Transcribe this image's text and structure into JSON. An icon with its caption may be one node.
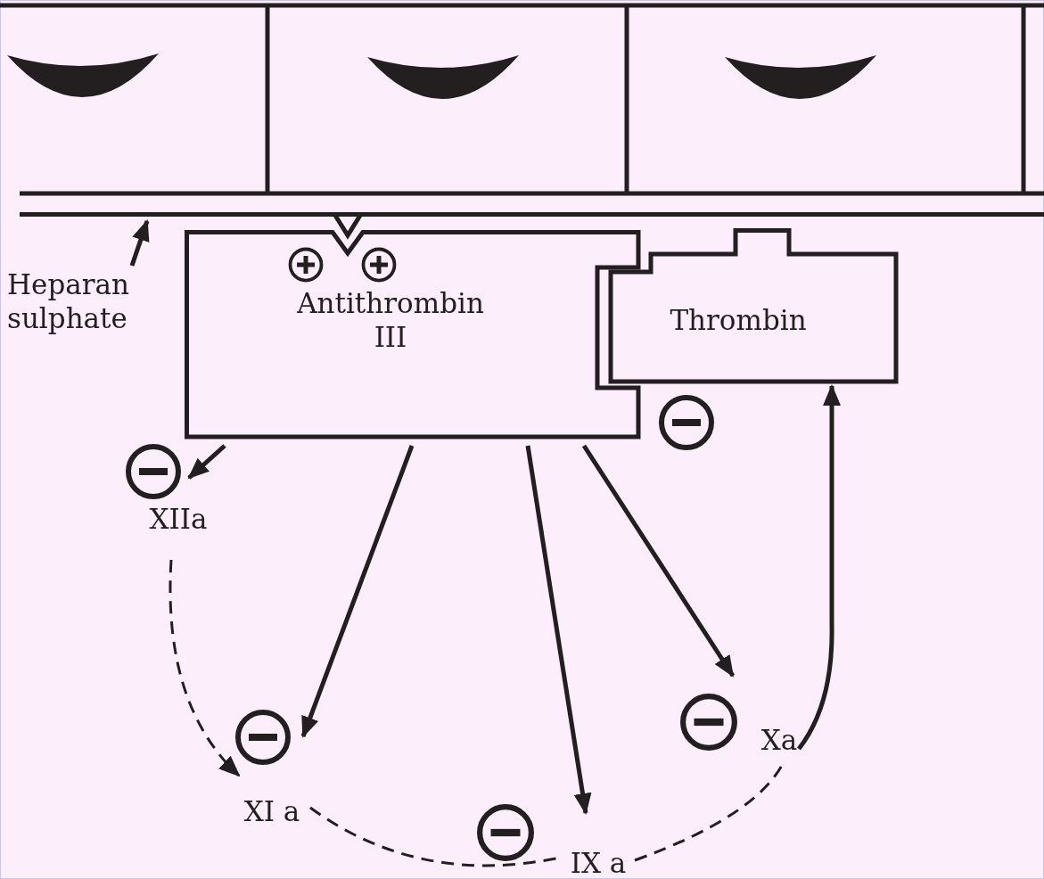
{
  "diagram": {
    "nodes": [
      {
        "text": [
          "Heparan sulphate"
        ]
      },
      {
        "text": [],
        "shape": "bar"
      },
      {
        "text": [
          "Antithrombin III"
        ]
      },
      {
        "text": [
          "Thrombin"
        ]
      },
      {
        "text": [
          "XIIa"
        ]
      },
      {
        "text": [
          "XI a"
        ]
      },
      {
        "text": [
          "IX a"
        ]
      },
      {
        "text": [
          "Xa"
        ]
      }
    ],
    "edges": [
      {
        "from": 0,
        "to": 1,
        "arrow": "to"
      },
      {
        "from": 2,
        "to": 4,
        "arrow": "to"
      },
      {
        "from": 2,
        "to": 5,
        "arrow": "to"
      },
      {
        "from": 2,
        "to": 6,
        "arrow": "to"
      },
      {
        "from": 2,
        "to": 7,
        "arrow": "to"
      },
      {
        "from": 4,
        "to": 5,
        "arrow": "to",
        "style": "dashed"
      },
      {
        "from": 5,
        "to": 6,
        "arrow": "none",
        "style": "dashed"
      },
      {
        "from": 6,
        "to": 7,
        "arrow": "none",
        "style": "dashed"
      },
      {
        "from": 7,
        "to": 3,
        "arrow": "to"
      }
    ]
  }
}
